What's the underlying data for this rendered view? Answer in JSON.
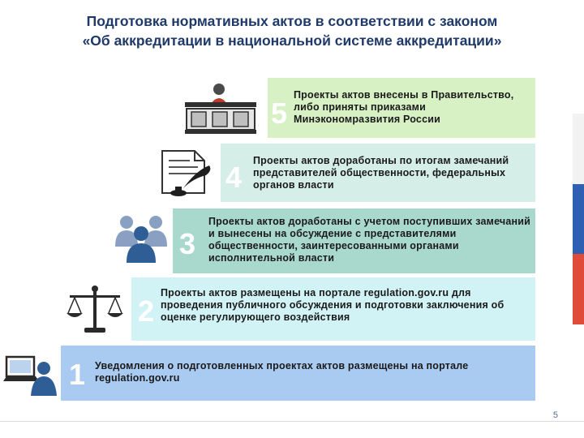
{
  "title_line1": "Подготовка нормативных актов в соответствии с законом",
  "title_line2": "«Об аккредитации в национальной системе аккредитации»",
  "colors": {
    "title": "#1f3a68",
    "step5": "#d7f0c4",
    "step4": "#d5eee8",
    "step3": "#a9d8cc",
    "step2": "#d2f3f6",
    "step1": "#a9cbf2",
    "flag_white": "#ffffff",
    "flag_blue": "#2d5fb3",
    "flag_red": "#e14b3a"
  },
  "steps": [
    {
      "number": "5",
      "text": "Проекты актов внесены в Правительство, либо приняты приказами Минэкономразвития России",
      "icon": "government-building-icon"
    },
    {
      "number": "4",
      "text": "Проекты актов доработаны по итогам замечаний представителей общественности, федеральных органов власти",
      "icon": "document-quill-icon"
    },
    {
      "number": "3",
      "text": "Проекты актов доработаны с учетом поступивших замечаний и вынесены на обсуждение с представителями общественности, заинтересованными органами исполнительной власти",
      "icon": "people-group-icon"
    },
    {
      "number": "2",
      "text": "Проекты актов размещены на портале regulation.gov.ru для проведения публичного обсуждения и подготовки заключения об оценке регулирующего воздействия",
      "icon": "scales-icon"
    },
    {
      "number": "1",
      "text": "Уведомления о подготовленных проектах актов размещены на портале regulation.gov.ru",
      "icon": "user-laptop-icon"
    }
  ],
  "page_number": "5"
}
